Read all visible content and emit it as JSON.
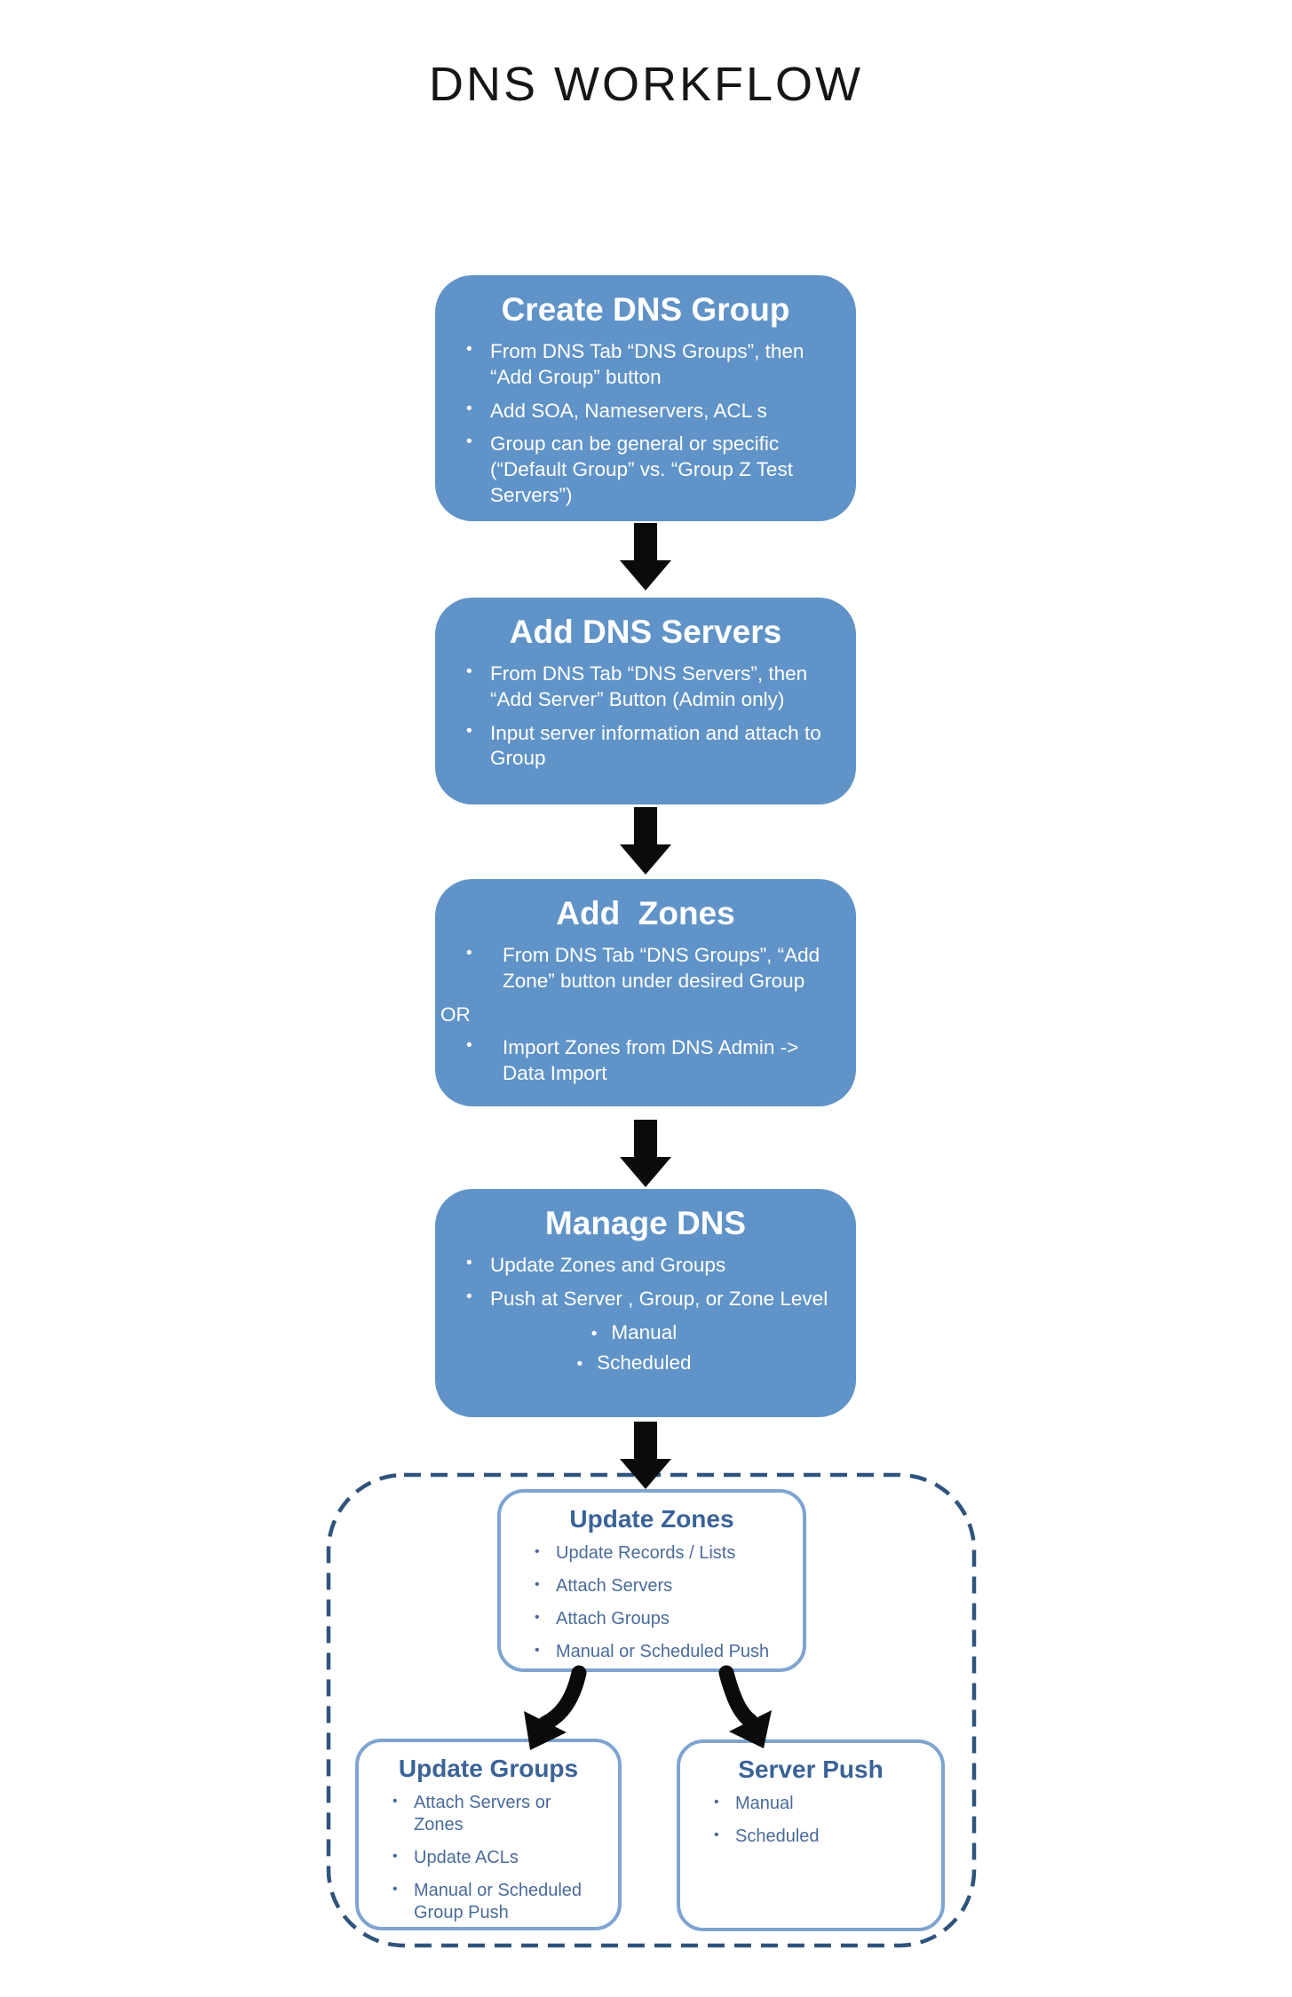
{
  "title": "DNS WORKFLOW",
  "colors": {
    "box_blue": "#6093C7",
    "light_border": "#7EA4D0",
    "heading_blue": "#3A6397",
    "text_blue": "#4A6B99",
    "dash_navy": "#2F547C",
    "arrow_black": "#0b0b0b"
  },
  "flow": [
    {
      "title": "Create DNS Group",
      "items": [
        "From DNS Tab “DNS Groups”, then “Add Group” button",
        "Add SOA, Nameservers, ACL s",
        "Group can be general or specific (“Default Group” vs. “Group Z Test Servers”)"
      ]
    },
    {
      "title": "Add DNS Servers",
      "items": [
        "From DNS Tab “DNS Servers”, then “Add Server” Button (Admin only)",
        "Input server information and attach to Group"
      ]
    },
    {
      "title": "Add  Zones",
      "items": [
        "From DNS Tab “DNS Groups”, “Add Zone” button under desired Group",
        "OR",
        "Import Zones from DNS Admin -> Data Import"
      ]
    },
    {
      "title": "Manage DNS",
      "items": [
        "Update Zones and Groups",
        "Push at Server , Group, or Zone Level",
        "Manual",
        "Scheduled"
      ]
    }
  ],
  "details": {
    "update_zones": {
      "title": "Update Zones",
      "items": [
        "Update Records / Lists",
        "Attach Servers",
        "Attach Groups",
        "Manual or Scheduled Push"
      ]
    },
    "update_groups": {
      "title": "Update Groups",
      "items": [
        "Attach Servers or Zones",
        "Update ACLs",
        "Manual or Scheduled Group Push"
      ]
    },
    "server_push": {
      "title": "Server Push",
      "items": [
        "Manual",
        "Scheduled"
      ]
    }
  }
}
